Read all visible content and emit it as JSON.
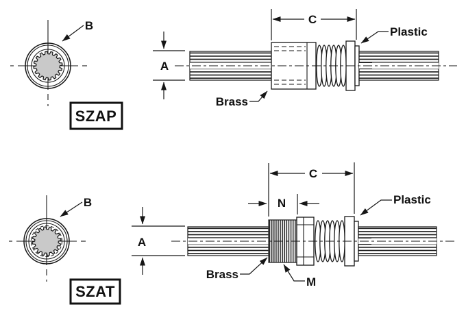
{
  "figures": [
    {
      "name": "SZAP",
      "labels": {
        "b": "B",
        "a": "A",
        "c": "C",
        "brass": "Brass",
        "plastic": "Plastic"
      }
    },
    {
      "name": "SZAT",
      "labels": {
        "b": "B",
        "a": "A",
        "c": "C",
        "n": "N",
        "m": "M",
        "brass": "Brass",
        "plastic": "Plastic"
      }
    }
  ],
  "colors": {
    "line": "#161616",
    "gear_fill": "#c9c9c9",
    "background": "#ffffff"
  }
}
